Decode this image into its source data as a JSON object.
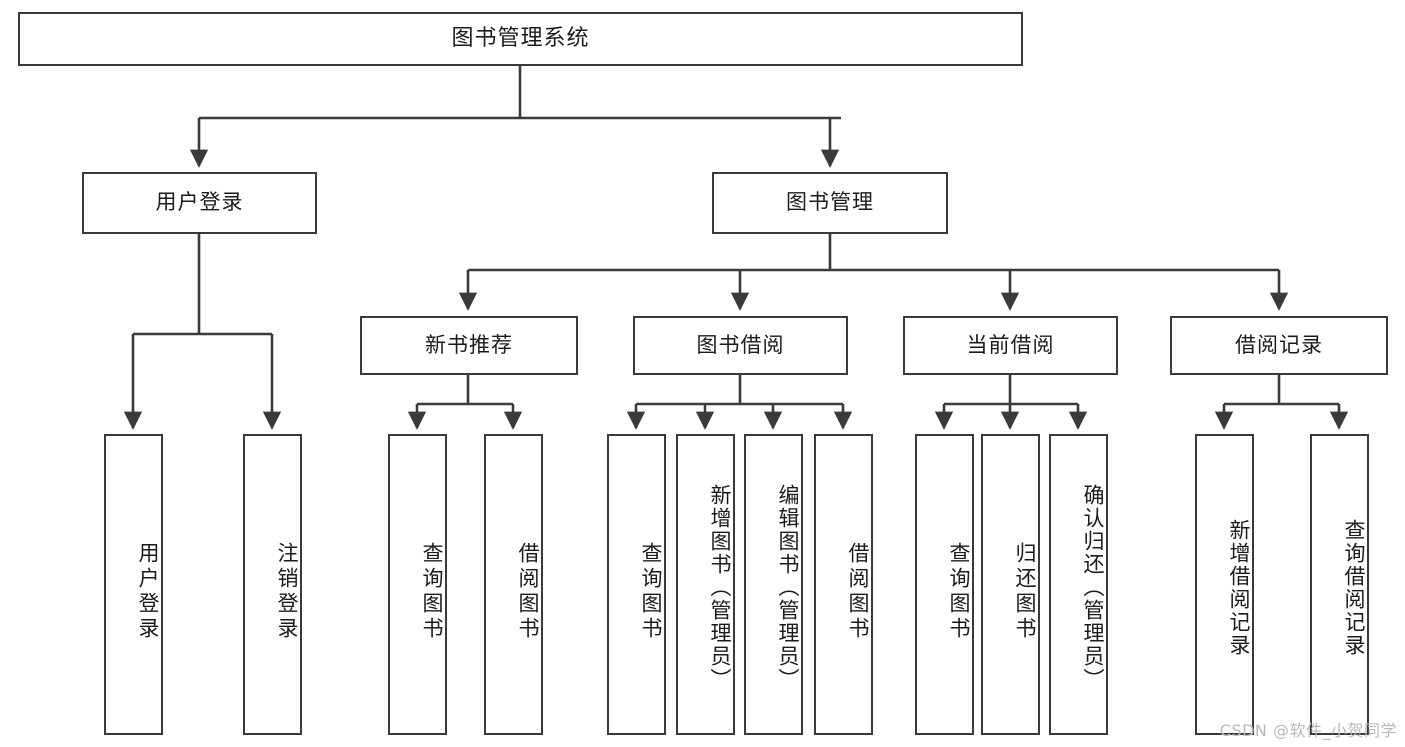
{
  "diagram": {
    "title": "图书管理系统",
    "watermark": "CSDN @软件_小贺同学",
    "stroke_color": "#3a3a3a",
    "background_color": "#ffffff",
    "text_color": "#1b1b1b",
    "watermark_color": "#b9b9b9"
  },
  "nodes": {
    "root": {
      "label": "图书管理系统"
    },
    "level1": [
      {
        "label": "用户登录"
      },
      {
        "label": "图书管理"
      }
    ],
    "level2": [
      {
        "label": "新书推荐"
      },
      {
        "label": "图书借阅"
      },
      {
        "label": "当前借阅"
      },
      {
        "label": "借阅记录"
      }
    ],
    "leaves_user_login": [
      {
        "label": "用户登录"
      },
      {
        "label": "注销登录"
      }
    ],
    "leaves_new_book": [
      {
        "label": "查询图书"
      },
      {
        "label": "借阅图书"
      }
    ],
    "leaves_borrow": [
      {
        "label": "查询图书"
      },
      {
        "label": "新增图书（管理员）"
      },
      {
        "label": "编辑图书（管理员）"
      },
      {
        "label": "借阅图书"
      }
    ],
    "leaves_current": [
      {
        "label": "查询图书"
      },
      {
        "label": "归还图书"
      },
      {
        "label": "确认归还（管理员）"
      }
    ],
    "leaves_records": [
      {
        "label": "新增借阅记录"
      },
      {
        "label": "查询借阅记录"
      }
    ]
  }
}
